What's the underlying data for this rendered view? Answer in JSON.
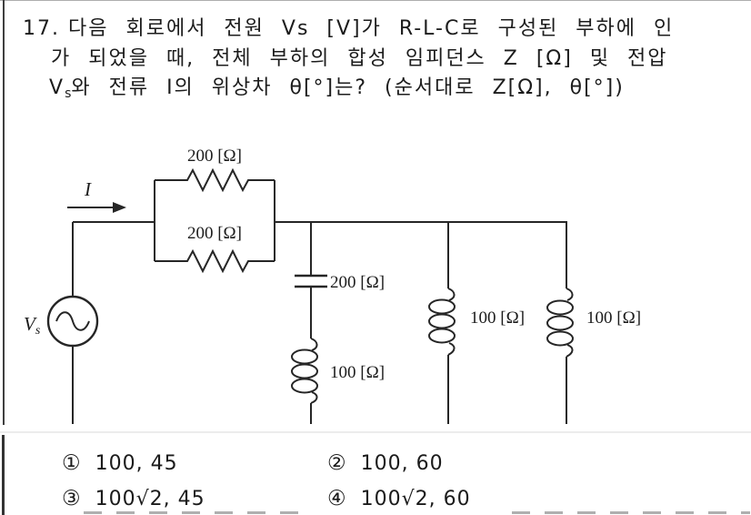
{
  "question": {
    "number": "17.",
    "line1": "다음 회로에서 전원 Vs [V]가 R-L-C로 구성된 부하에 인",
    "line2": "가 되었을 때, 전체 부하의 합성 임피던스 Z [Ω] 및 전압",
    "line3_v": "V",
    "line3_sub": "s",
    "line3_rest": "와 전류 I의 위상차 θ[°]는? (순서대로 Z[Ω], θ[°])"
  },
  "circuit": {
    "source_label_main": "V",
    "source_label_sub": "s",
    "current_label": "I",
    "resistor_top_label": "200 [Ω]",
    "resistor_bottom_label": "200 [Ω]",
    "capacitor_label": "200 [Ω]",
    "inductor1_label": "100 [Ω]",
    "inductor2_label": "100 [Ω]",
    "inductor3_label": "100 [Ω]"
  },
  "options": [
    {
      "marker": "①",
      "text": "100, 45"
    },
    {
      "marker": "②",
      "text": "100, 60"
    },
    {
      "marker": "③",
      "text": "100√2, 45"
    },
    {
      "marker": "④",
      "text": "100√2, 60"
    }
  ],
  "colors": {
    "ink": "#1c1c1c",
    "line": "#262626",
    "rule": "#3f3f3f"
  }
}
